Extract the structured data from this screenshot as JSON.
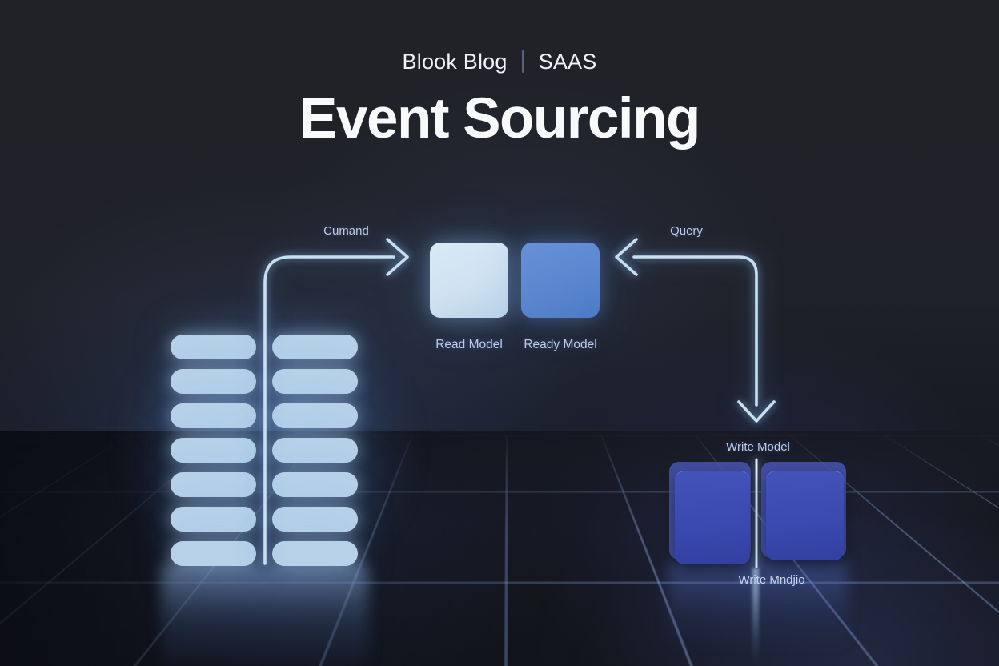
{
  "header": {
    "brand": "Blook Blog",
    "separator": "|",
    "tag": "SAAS"
  },
  "title": "Event Sourcing",
  "diagram": {
    "event_store": {
      "columns": 2,
      "pills_per_column": 7
    },
    "labels": {
      "command": "Cumand",
      "query": "Query",
      "read_model": "Read Model",
      "ready_model": "Ready Model",
      "write_model": "Write Model",
      "write_store": "Write Mndjio"
    }
  },
  "colors": {
    "background_top": "#212228",
    "background_bottom": "#14161e",
    "pill": "#b7d2e8",
    "read_box": "#cfe2f1",
    "ready_box": "#5a87cf",
    "write_box": "#3a49b0",
    "write_box_back": "#4b59bd",
    "arrow": "#c8dff2",
    "grid_line": "#5c74ab",
    "label_text": "#bdcce8",
    "title_text": "#f7f9fb"
  }
}
